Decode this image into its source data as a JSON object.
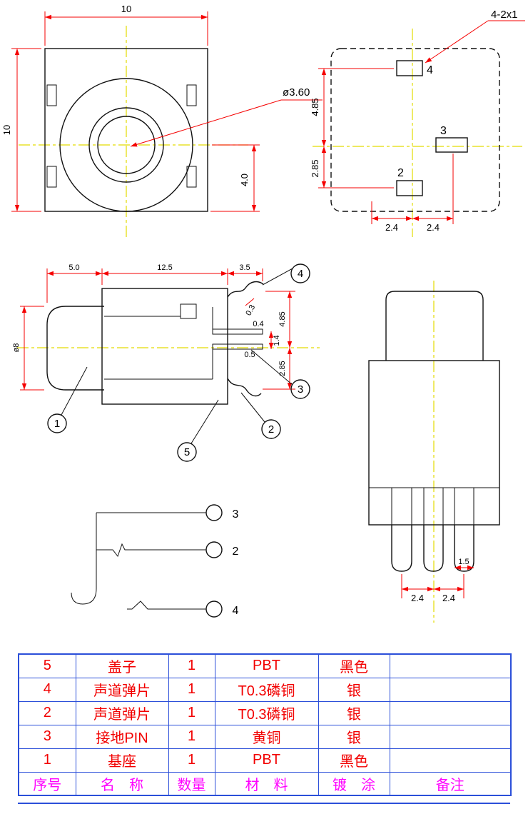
{
  "views": {
    "top": {
      "dim_width": "10",
      "dim_height": "10",
      "dim_hole": "ø3.60",
      "dim_offset": "4.0"
    },
    "pads": {
      "note": "4-2x1",
      "pin4_label": "4",
      "pin3_label": "3",
      "pin2_label": "2",
      "dim_v_top": "4.85",
      "dim_v_bottom": "2.85",
      "dim_h_left": "2.4",
      "dim_h_right": "2.4"
    },
    "side": {
      "dim_barrel": "5.0",
      "dim_body": "12.5",
      "dim_pins": "3.5",
      "dim_dia": "ø8",
      "dim_spring": "0.3",
      "dim_pin_top": "0.4",
      "dim_pin_gap": "1.4",
      "dim_pin_bottom": "0.5",
      "dim_v_top": "4.85",
      "dim_v_bottom": "2.85",
      "callout_1": "1",
      "callout_2": "2",
      "callout_3": "3",
      "callout_4": "4",
      "callout_5": "5"
    },
    "front": {
      "dim_leg_width": "1.5",
      "dim_pitch_left": "2.4",
      "dim_pitch_right": "2.4"
    },
    "schematic": {
      "tip": "3",
      "ring": "2",
      "sleeve": "4"
    }
  },
  "bom": {
    "header": [
      "序号",
      "名　称",
      "数量",
      "材　料",
      "镀　涂",
      "备注"
    ],
    "rows": [
      [
        "5",
        "盖子",
        "1",
        "PBT",
        "黑色",
        ""
      ],
      [
        "4",
        "声道弹片",
        "1",
        "T0.3磷铜",
        "银",
        ""
      ],
      [
        "2",
        "声道弹片",
        "1",
        "T0.3磷铜",
        "银",
        ""
      ],
      [
        "3",
        "接地PIN",
        "1",
        "黄铜",
        "银",
        ""
      ],
      [
        "1",
        "基座",
        "1",
        "PBT",
        "黑色",
        ""
      ]
    ]
  }
}
